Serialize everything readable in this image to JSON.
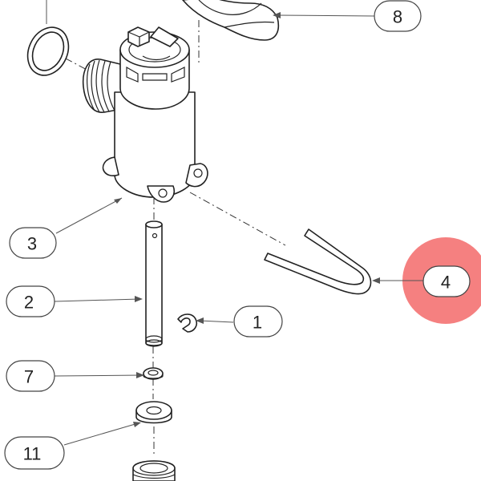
{
  "highlight_color": "#f47272",
  "callouts": {
    "c1": "1",
    "c2": "2",
    "c3": "3",
    "c4": "4",
    "c7": "7",
    "c8": "8",
    "c11": "11"
  }
}
